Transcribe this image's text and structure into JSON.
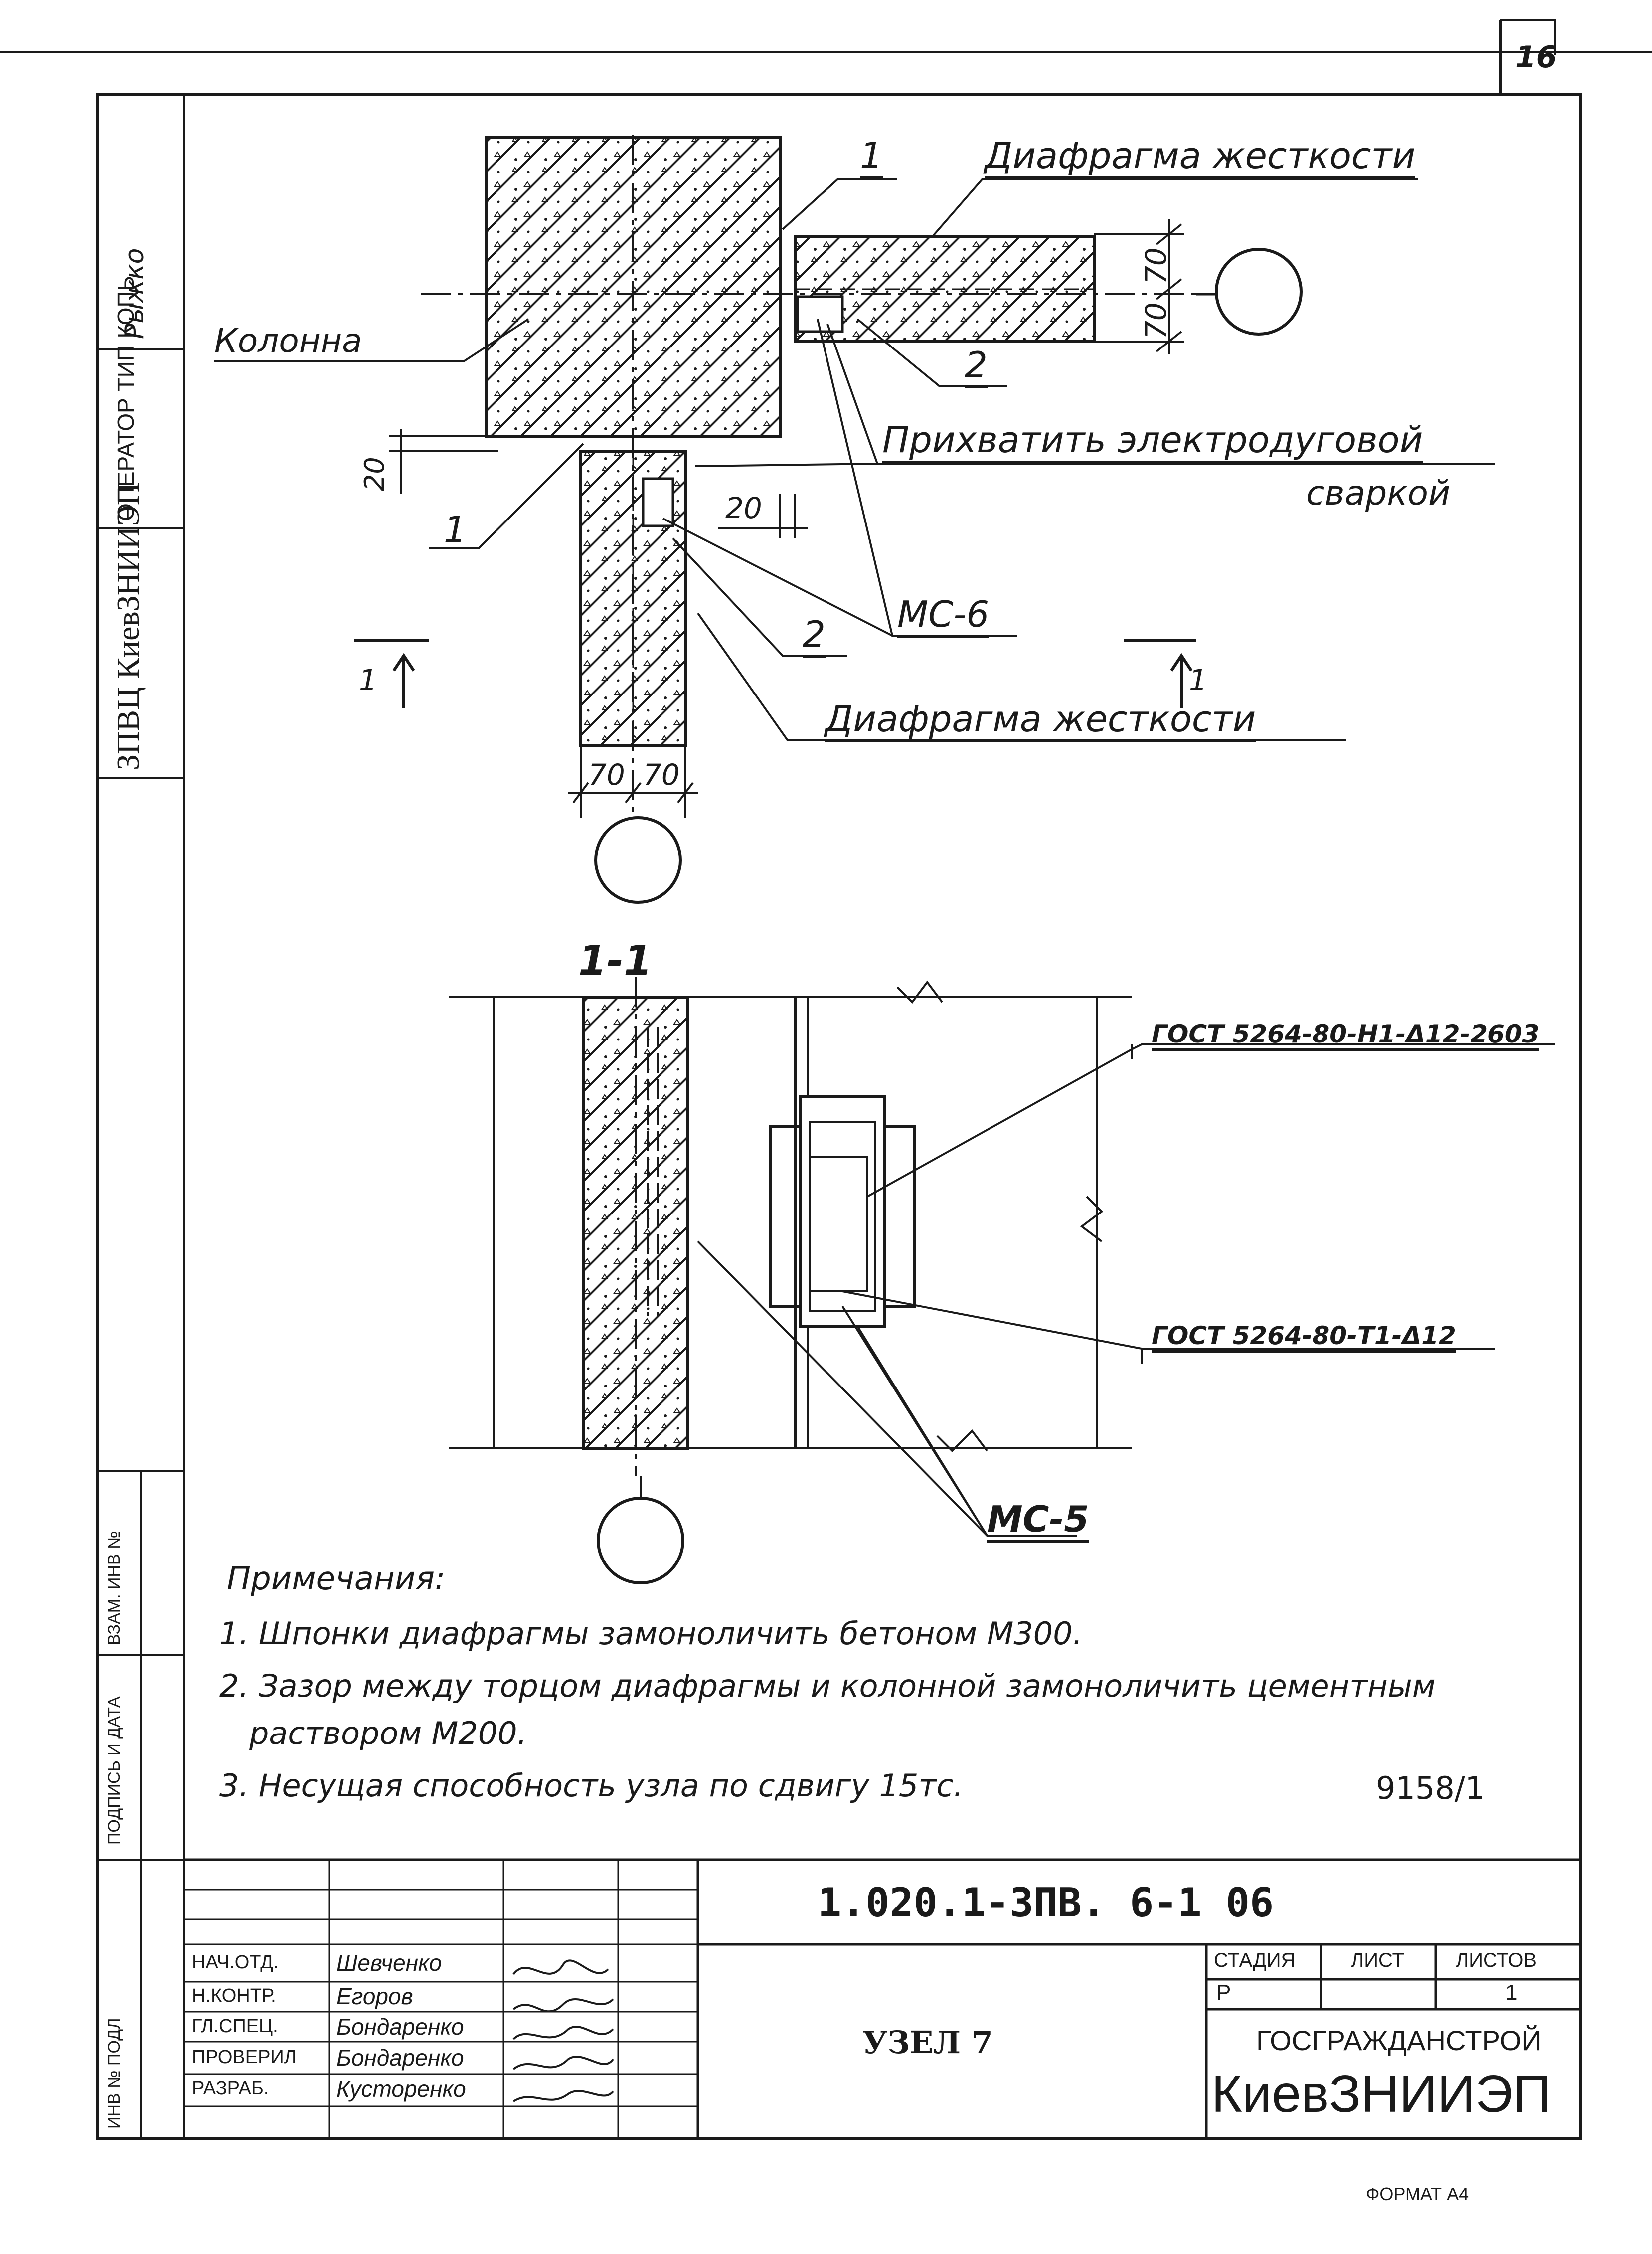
{
  "sheet": {
    "page_number": "16",
    "format_label": "ФОРМАТ А4",
    "archive_number": "9158/1"
  },
  "left_margin": {
    "org_block": "ЗПВЦ КиевЗНИИЭП",
    "operator_block": "ОПЕРАТОР ТИП КОПЬ",
    "proverka_block": "Рыжко",
    "vzam_inv": "ВЗАМ. ИНВ №",
    "podpis_data": "ПОДПИСЬ И ДАТА",
    "inv_podl": "ИНВ № ПОДЛ"
  },
  "plan": {
    "label_column": "Колонна",
    "label_diaphragm_top": "Диафрагма жесткости",
    "label_diaphragm_bottom": "Диафрагма жесткости",
    "label_weld": "Прихватить электродуговой",
    "label_weld_2": "сваркой",
    "callout_1_top": "1",
    "callout_1_bottom": "1",
    "callout_2_top": "2",
    "callout_2_bottom": "2",
    "label_mc6": "МС-6",
    "dim_70_a": "70",
    "dim_70_b": "70",
    "dim_70_c": "70",
    "dim_70_d": "70",
    "dim_20_a": "20",
    "dim_20_b": "20",
    "section_mark_left": "1",
    "section_mark_right": "1"
  },
  "section": {
    "title": "1-1",
    "gost_top": "ГОСТ 5264-80-Н1-Δ12-2603",
    "gost_bottom": "ГОСТ 5264-80-Т1-Δ12",
    "label_mc5": "МС-5"
  },
  "notes": {
    "heading": "Примечания:",
    "items": [
      "1. Шпонки диафрагмы замоноличить бетоном М300.",
      "2. Зазор между торцом диафрагмы и колонной замоноличить цементным",
      "раствором М200.",
      "3. Несущая способность узла по сдвигу 15тс."
    ]
  },
  "title_block": {
    "code": "1.020.1-3ПВ. 6-1   06",
    "title": "УЗЕЛ 7",
    "stage_header": "СТАДИЯ",
    "sheet_header": "ЛИСТ",
    "sheets_header": "ЛИСТОВ",
    "stage_value": "Р",
    "sheet_value": "",
    "sheets_value": "1",
    "org_line1": "ГОСГРАЖДАНСТРОЙ",
    "org_line2": "КиевЗНИИЭП",
    "rows": [
      {
        "role": "НАЧ.ОТД.",
        "name": "Шевченко"
      },
      {
        "role": "Н.КОНТР.",
        "name": "Егоров"
      },
      {
        "role": "ГЛ.СПЕЦ.",
        "name": "Бондаренко"
      },
      {
        "role": "ПРОВЕРИЛ",
        "name": "Бондаренко"
      },
      {
        "role": "РАЗРАБ.",
        "name": "Кусторенко"
      }
    ]
  }
}
